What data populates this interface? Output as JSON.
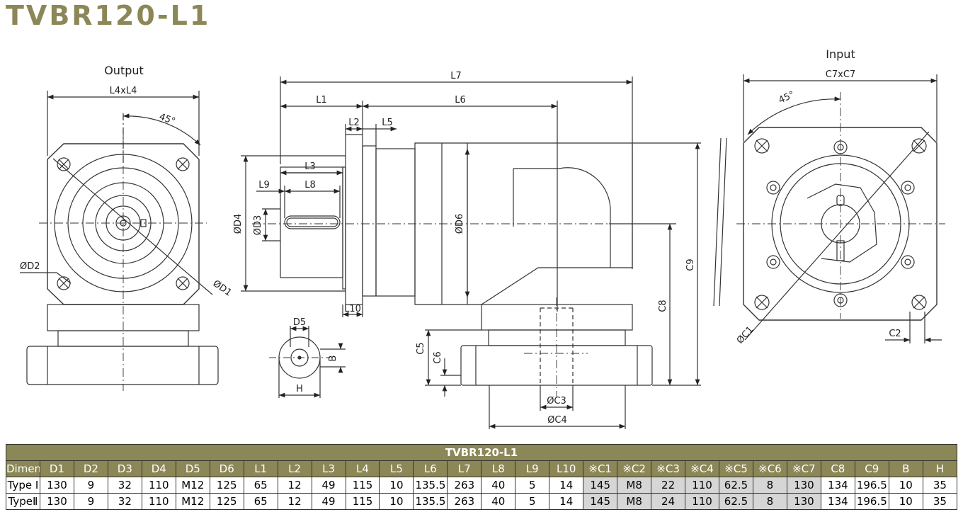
{
  "title": "TVBR120-L1",
  "views": {
    "output_label": "Output",
    "input_label": "Input"
  },
  "labels": {
    "l4xl4": "L4xL4",
    "c7xc7": "C7xC7",
    "angle": "45°",
    "d1": "ØD1",
    "d2": "ØD2",
    "d3": "ØD3",
    "d4": "ØD4",
    "d5": "D5",
    "d6": "ØD6",
    "l1": "L1",
    "l2": "L2",
    "l3": "L3",
    "l5": "L5",
    "l6": "L6",
    "l7": "L7",
    "l8": "L8",
    "l9": "L9",
    "l10": "L10",
    "c1": "ØC1",
    "c2": "C2",
    "c3": "ØC3",
    "c4": "ØC4",
    "c5": "C5",
    "c6": "C6",
    "c8": "C8",
    "c9": "C9",
    "b": "B",
    "h": "H"
  },
  "table": {
    "title": "TVBR120-L1",
    "headers": [
      "Dimension",
      "D1",
      "D2",
      "D3",
      "D4",
      "D5",
      "D6",
      "L1",
      "L2",
      "L3",
      "L4",
      "L5",
      "L6",
      "L7",
      "L8",
      "L9",
      "L10",
      "※C1",
      "※C2",
      "※C3",
      "※C4",
      "※C5",
      "※C6",
      "※C7",
      "C8",
      "C9",
      "B",
      "H"
    ],
    "rows": [
      {
        "cells": [
          "Type Ⅰ",
          "130",
          "9",
          "32",
          "110",
          "M12",
          "125",
          "65",
          "12",
          "49",
          "115",
          "10",
          "135.5",
          "263",
          "40",
          "5",
          "14",
          "145",
          "M8",
          "22",
          "110",
          "62.5",
          "8",
          "130",
          "134",
          "196.5",
          "10",
          "35"
        ]
      },
      {
        "cells": [
          "TypeⅡ",
          "130",
          "9",
          "32",
          "110",
          "M12",
          "125",
          "65",
          "12",
          "49",
          "115",
          "10",
          "135.5",
          "263",
          "40",
          "5",
          "14",
          "145",
          "M8",
          "24",
          "110",
          "62.5",
          "8",
          "130",
          "134",
          "196.5",
          "10",
          "35"
        ]
      }
    ],
    "shaded_columns": [
      17,
      18,
      19,
      20,
      21,
      22,
      23
    ],
    "header_color": "#8b8757",
    "shade_color": "#d6d6d6"
  }
}
